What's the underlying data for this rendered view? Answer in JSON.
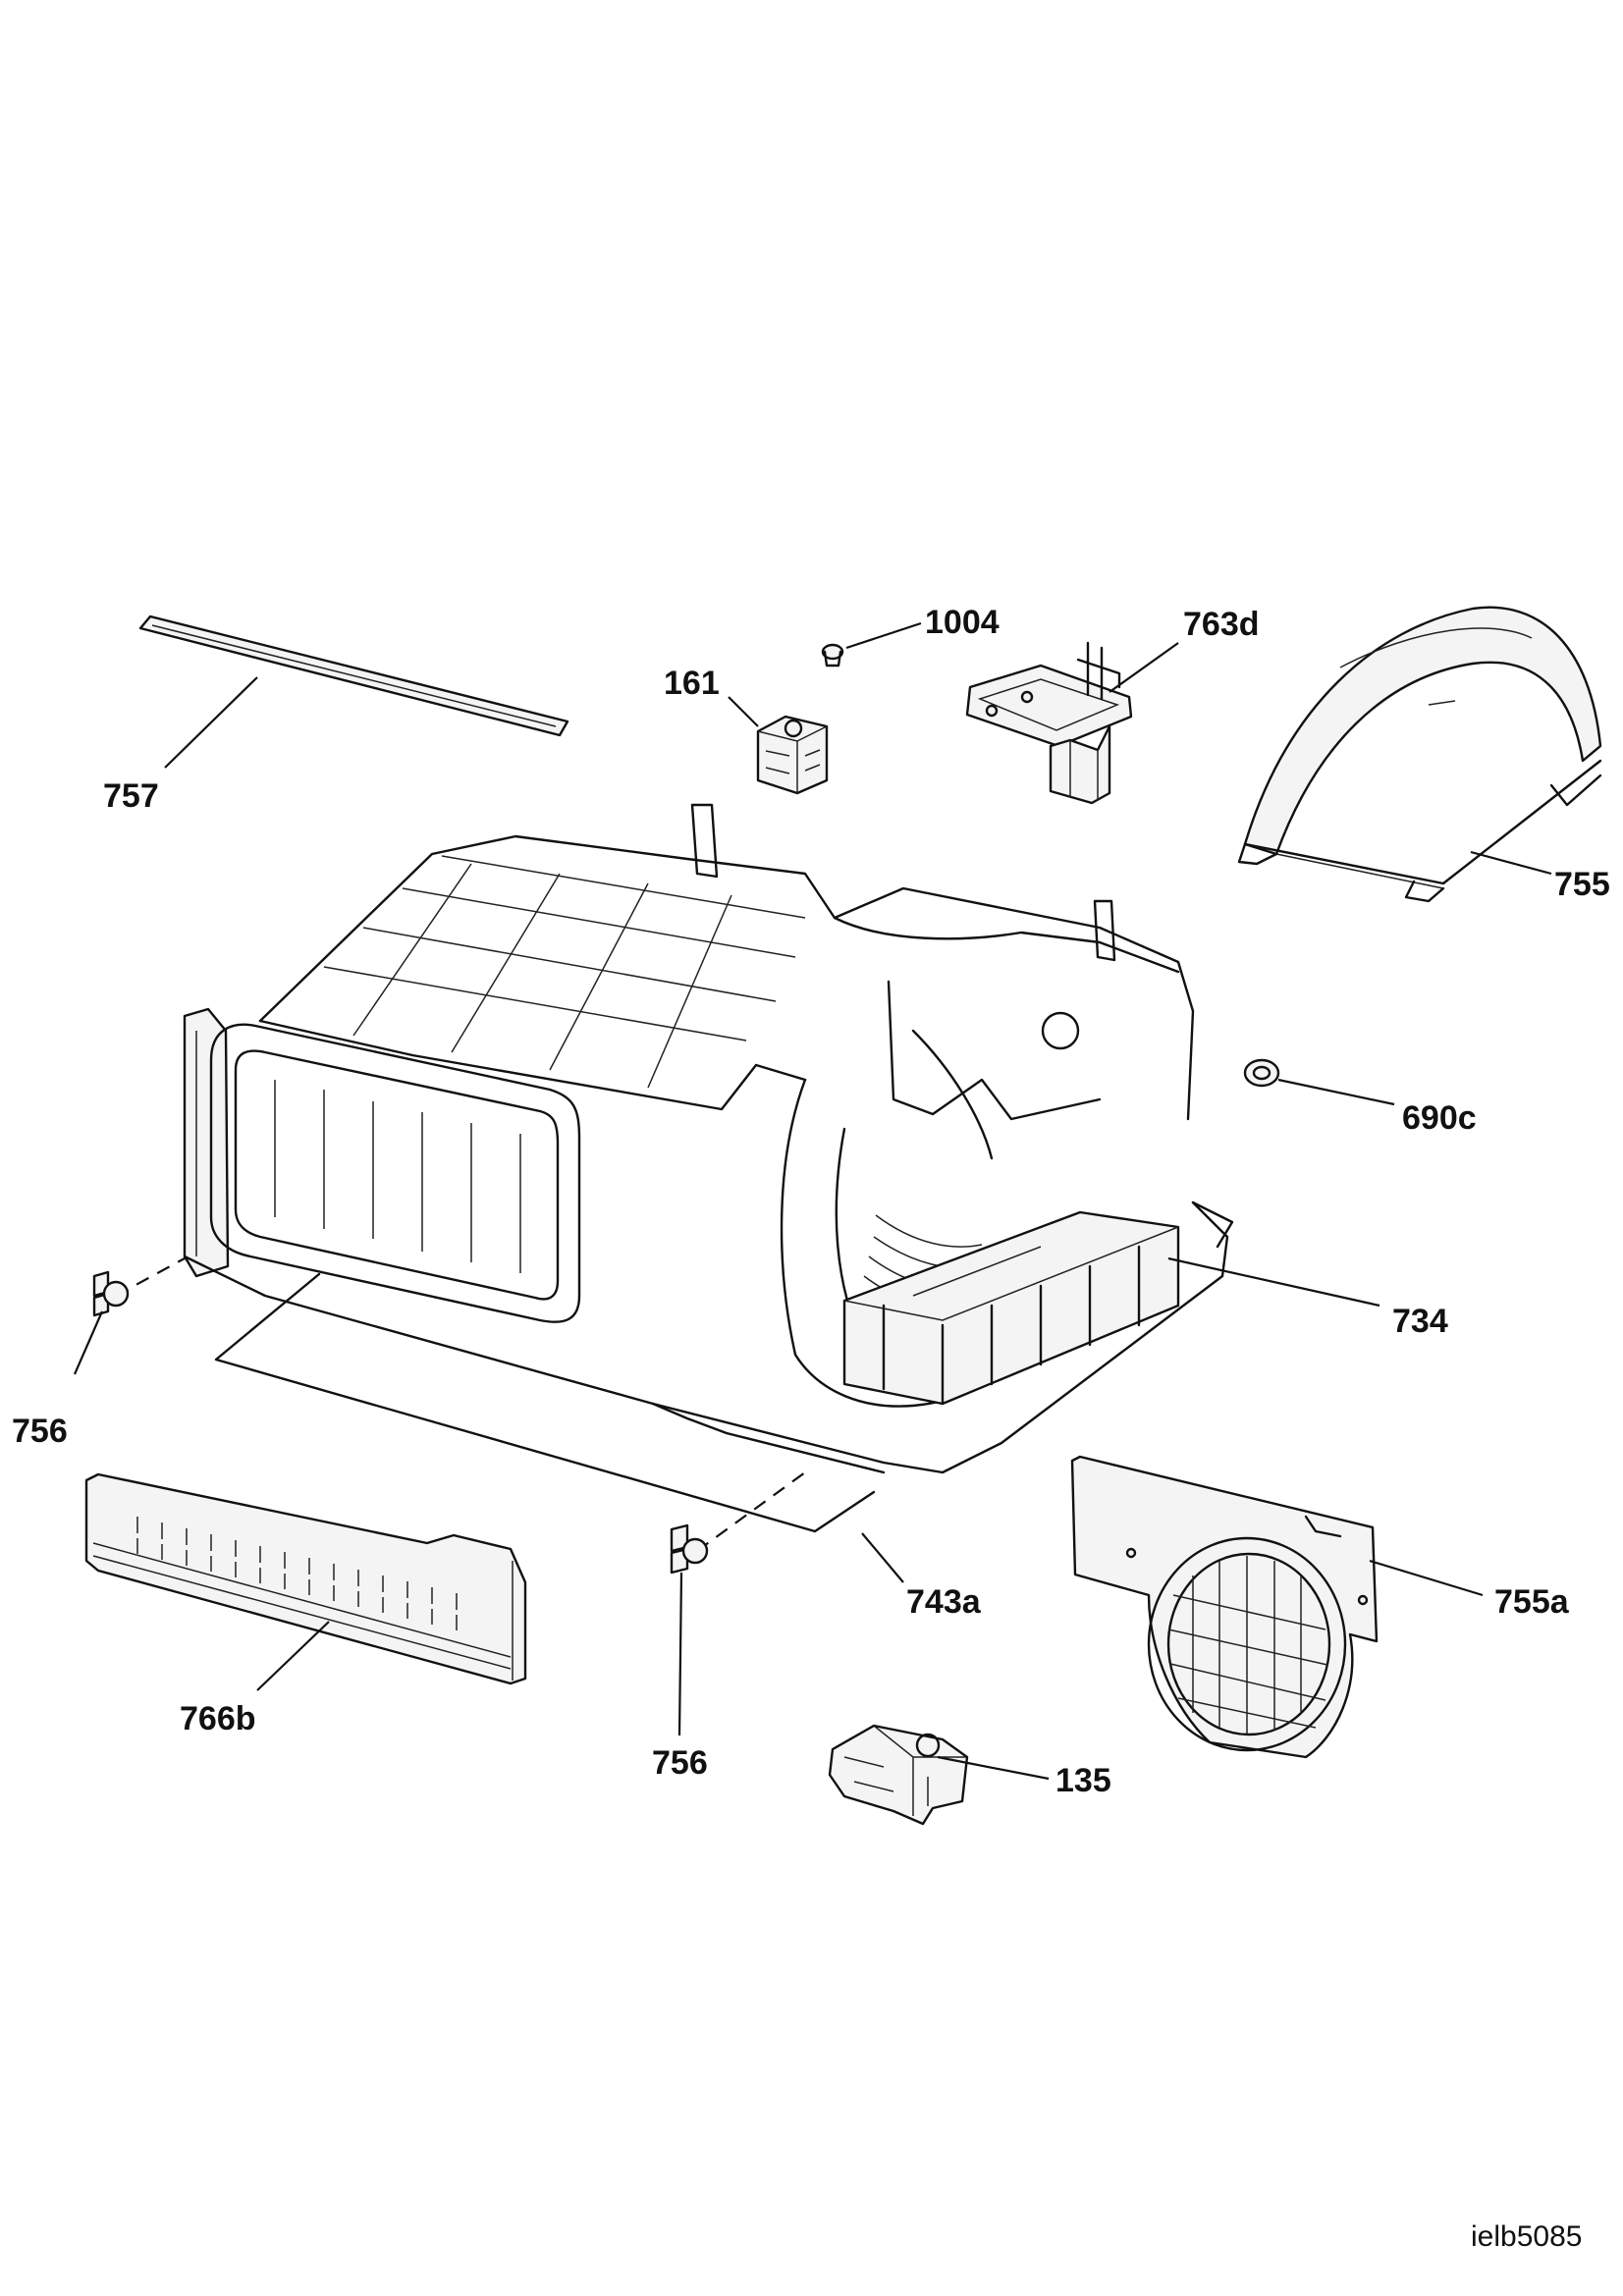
{
  "diagram": {
    "drawing_code": "ielb5085",
    "callouts": {
      "c757": "757",
      "c1004": "1004",
      "c763d": "763d",
      "c161": "161",
      "c755": "755",
      "c690c": "690c",
      "c734": "734",
      "c756_left": "756",
      "c743a": "743a",
      "c755a": "755a",
      "c766b": "766b",
      "c756_center": "756",
      "c135": "135"
    }
  }
}
